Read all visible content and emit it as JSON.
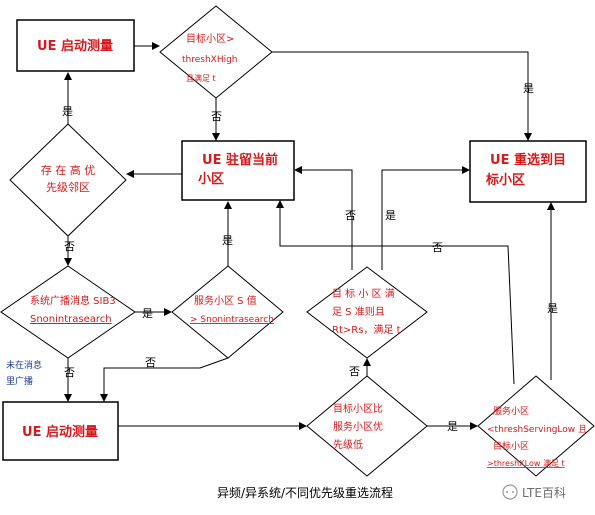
{
  "nodes": {
    "start_measure_top": "UE 启动测量",
    "diamond_thresh": [
      "目标小区>",
      "threshXHigh",
      "且满足 t"
    ],
    "camp_current": [
      "UE  驻留当前",
      "小区"
    ],
    "reselect_target": [
      "UE  重选到目",
      "标小区"
    ],
    "diamond_higher_neighbor": [
      "存 在 高 优",
      "先级邻区"
    ],
    "diamond_sib3": [
      "系统广播消息 SIB3",
      "Snonintrasearch"
    ],
    "diamond_serving_s": [
      "服务小区 S 值",
      "> Snonintrasearch"
    ],
    "diamond_target_s": [
      "目 标 小 区 满",
      "足 S 准则且",
      "Rt>Rs，满足 t"
    ],
    "start_measure_bottom": "UE 启动测量",
    "diamond_target_lower": [
      "目标小区比",
      "服务小区优",
      "先级低"
    ],
    "diamond_serving_low": [
      "服务小区",
      "<threshServingLow 且",
      "目标小区",
      ">threshXLow 满足 t"
    ]
  },
  "edge_labels": {
    "yes": "是",
    "no": "否"
  },
  "side_note": [
    "未在消息",
    "里广播"
  ],
  "caption": "异频/异系统/不同优先级重选流程",
  "watermark": "LTE百科"
}
